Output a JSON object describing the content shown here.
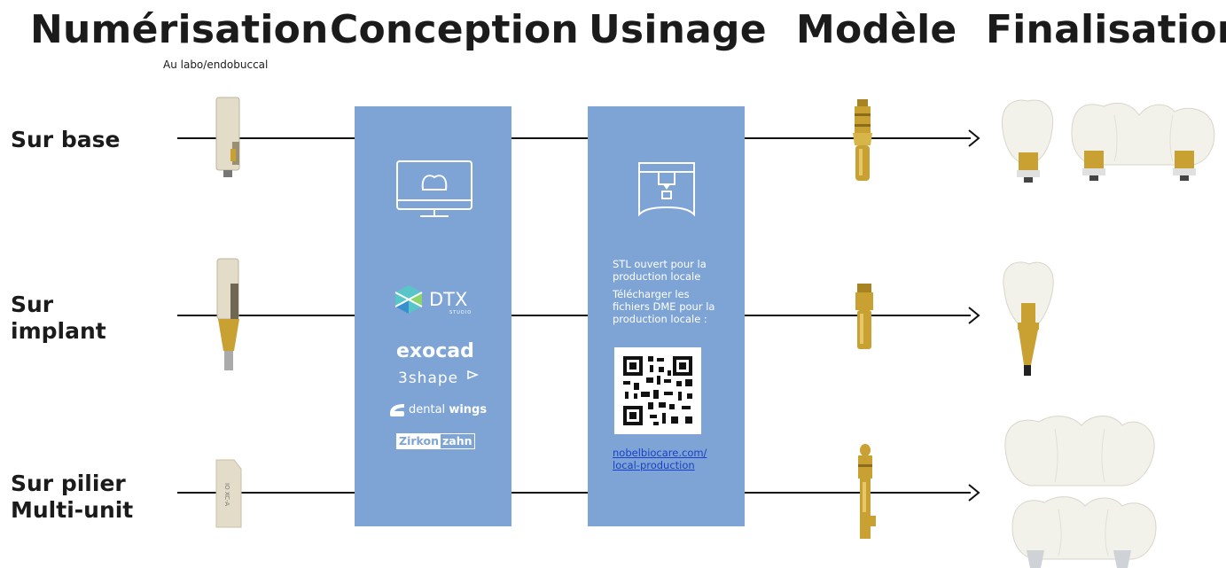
{
  "columns": {
    "scan": "Numérisation",
    "design": "Conception",
    "milling": "Usinage",
    "model": "Modèle",
    "finish": "Finalisation"
  },
  "scan_subtitle": "Au labo/endobuccal",
  "rows": {
    "base": "Sur base",
    "implant_line1": "Sur",
    "implant_line2": "implant",
    "multiunit_line1": "Sur pilier",
    "multiunit_line2": "Multi-unit"
  },
  "design_panel": {
    "icon": "monitor-tooth-icon",
    "logos": {
      "dtx_main": "DTX",
      "dtx_sub": "STUDIO",
      "exocad": "exocad",
      "threeshape": "3shape",
      "dentalwings_a": "dental",
      "dentalwings_b": "wings",
      "zirkon_a": "Zirkon",
      "zirkon_b": "zahn"
    }
  },
  "milling_panel": {
    "icon": "3d-printer-icon",
    "text1_l1": "STL ouvert pour la",
    "text1_l2": "production locale",
    "text2_l1": "Télécharger les",
    "text2_l2": "fichiers DME pour la",
    "text2_l3": "production locale :",
    "link_l1": "nobelbiocare.com/",
    "link_l2": "local-production"
  },
  "colors": {
    "panel": "#7ea4d6",
    "gold": "#c9a032",
    "ivory": "#e3dcc8",
    "link": "#1a3fc8"
  },
  "scan_body_markings": "IO XC-A"
}
